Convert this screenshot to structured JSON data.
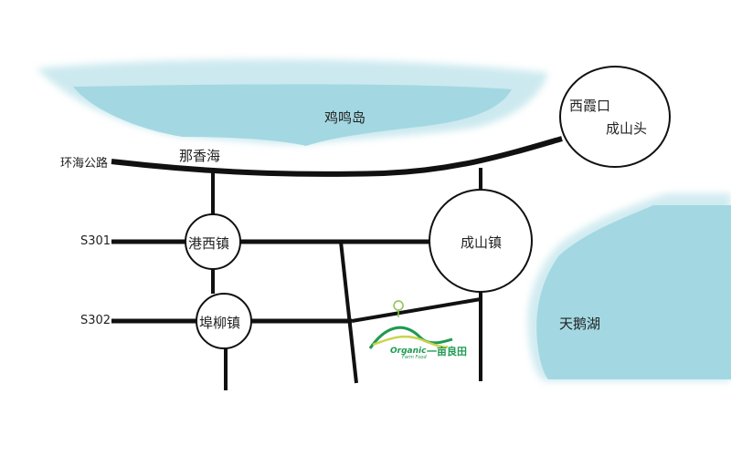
{
  "colors": {
    "water": "#a3d8e2",
    "road": "#111111",
    "logo_green": "#1e9a52",
    "logo_yellow": "#c8d44a"
  },
  "water": {
    "sea": "鸡鸣岛",
    "bay": "那香海",
    "lake": "天鹅湖"
  },
  "roads": {
    "coastal": "环海公路",
    "s301": "S301",
    "s302": "S302"
  },
  "towns": {
    "gangxi": "港西镇",
    "buliu": "埠柳镇",
    "chengshan": "成山镇",
    "xixiakou": "西霞口",
    "chengshantou": "成山头"
  },
  "logo": {
    "en_top": "Organic",
    "en_bottom": "Farm Food",
    "cn": "一亩良田"
  }
}
